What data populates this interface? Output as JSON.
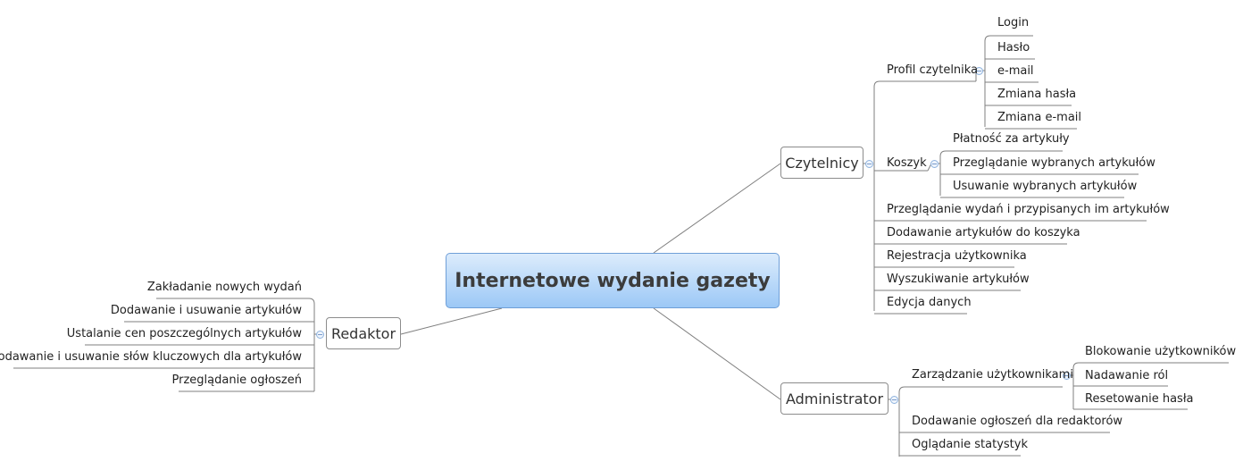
{
  "central": "Internetowe wydanie gazety",
  "czytelnicy": {
    "label": "Czytelnicy",
    "profil": {
      "label": "Profil czytelnika",
      "items": [
        "Login",
        "Hasło",
        "e-mail",
        "Zmiana hasła",
        "Zmiana e-mail"
      ]
    },
    "koszyk": {
      "label": "Koszyk",
      "items": [
        "Płatność za artykuły",
        "Przeglądanie wybranych artykułów",
        "Usuwanie wybranych artykułów"
      ]
    },
    "items": [
      "Przeglądanie wydań i przypisanych im artykułów",
      "Dodawanie artykułów do koszyka",
      "Rejestracja użytkownika",
      "Wyszukiwanie artykułów",
      "Edycja danych"
    ]
  },
  "administrator": {
    "label": "Administrator",
    "zarzadzanie": {
      "label": "Zarządzanie użytkownikami",
      "items": [
        "Blokowanie użytkowników",
        "Nadawanie ról",
        "Resetowanie hasła"
      ]
    },
    "items": [
      "Dodawanie ogłoszeń dla redaktorów",
      "Oglądanie statystyk"
    ]
  },
  "redaktor": {
    "label": "Redaktor",
    "items": [
      "Zakładanie nowych wydań",
      "Dodawanie i usuwanie artykułów",
      "Ustalanie cen poszczególnych artykułów",
      "Dodawanie i usuwanie słów kluczowych dla artykułów",
      "Przeglądanie ogłoszeń"
    ]
  }
}
